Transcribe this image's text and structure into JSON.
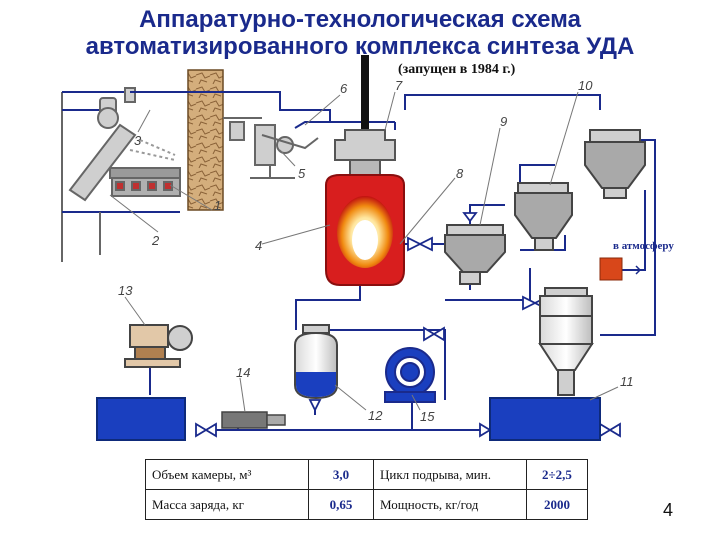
{
  "title": {
    "line1": "Аппаратурно-технологическая схема",
    "line2": "автоматизированного комплекса синтеза УДА"
  },
  "subtitle": "(запущен в 1984 г.)",
  "atmosphere_label": "в атмосферу",
  "callouts": [
    "1",
    "2",
    "3",
    "4",
    "5",
    "6",
    "7",
    "8",
    "9",
    "10",
    "11",
    "12",
    "13",
    "14",
    "15"
  ],
  "params_table": {
    "rows": [
      [
        "Объем камеры, м³",
        "3,0",
        "Цикл подрыва, мин.",
        "2÷2,5"
      ],
      [
        "Масса заряда, кг",
        "0,65",
        "Мощность, кг/год",
        "2000"
      ]
    ]
  },
  "page_number": "4",
  "colors": {
    "title": "#1a2a8c",
    "pipe": "#1a2a8c",
    "vessel_fill": "#a9a9a9",
    "liquid": "#1a3fbf",
    "chamber": "#d81e1e",
    "flame": "#f08a10",
    "wall": "#c8a06a"
  }
}
